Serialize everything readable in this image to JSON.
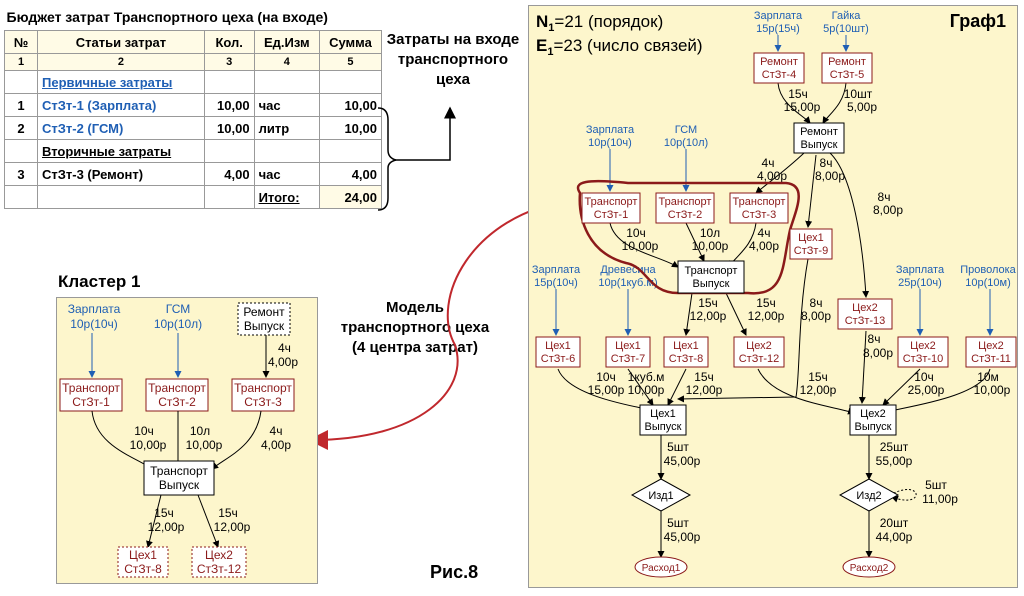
{
  "budget": {
    "title": "Бюджет затрат Транспортного цеха (на входе)",
    "headers": [
      "№",
      "Статьи затрат",
      "Кол.",
      "Ед.Изм",
      "Сумма"
    ],
    "col_numbers": [
      "1",
      "2",
      "3",
      "4",
      "5"
    ],
    "section_primary": "Первичные затраты",
    "section_secondary": "Вторичные затраты",
    "rows": [
      {
        "n": "1",
        "name": "СтЗт-1 (Зарплата)",
        "qty": "10,00",
        "unit": "час",
        "sum": "10,00"
      },
      {
        "n": "2",
        "name": "СтЗт-2 (ГСМ)",
        "qty": "10,00",
        "unit": "литр",
        "sum": "10,00"
      },
      {
        "n": "3",
        "name": "СтЗт-3 (Ремонт)",
        "qty": "4,00",
        "unit": "час",
        "sum": "4,00"
      }
    ],
    "total_label": "Итого:",
    "total_value": "24,00"
  },
  "labels": {
    "inputs_line1": "Затраты на входе",
    "inputs_line2": "транспортного",
    "inputs_line3": "цеха",
    "model_line1": "Модель",
    "model_line2": "транспортного цеха",
    "model_line3": "(4 центра затрат)",
    "cluster_title": "Кластер 1",
    "figure": "Рис.8"
  },
  "cluster": {
    "src1": [
      "Зарплата",
      "10р(10ч)"
    ],
    "src2": [
      "ГСМ",
      "10р(10л)"
    ],
    "repair": [
      "Ремонт",
      "Выпуск"
    ],
    "t1": [
      "Транспорт",
      "СтЗт-1"
    ],
    "t2": [
      "Транспорт",
      "СтЗт-2"
    ],
    "t3": [
      "Транспорт",
      "СтЗт-3"
    ],
    "out": [
      "Транспорт",
      "Выпуск"
    ],
    "c8": [
      "Цех1",
      "СтЗт-8"
    ],
    "c12": [
      "Цех2",
      "СтЗт-12"
    ],
    "e_r_t3": [
      "4ч",
      "4,00р"
    ],
    "e_t1": [
      "10ч",
      "10,00р"
    ],
    "e_t2": [
      "10л",
      "10,00р"
    ],
    "e_t3": [
      "4ч",
      "4,00р"
    ],
    "e_c8": [
      "15ч",
      "12,00р"
    ],
    "e_c12": [
      "15ч",
      "12,00р"
    ]
  },
  "graph": {
    "n_label": "N",
    "n_sub": "1",
    "n_text": "=21 (порядок)",
    "e_label": "E",
    "e_sub": "1",
    "e_text": "=23 (число связей)",
    "title": "Граф1",
    "s_zp4": [
      "Зарплата",
      "15р(15ч)"
    ],
    "s_gayka": [
      "Гайка",
      "5р(10шт)"
    ],
    "r4": [
      "Ремонт",
      "СтЗт-4"
    ],
    "r5": [
      "Ремонт",
      "СтЗт-5"
    ],
    "e_r4": [
      "15ч",
      "15,00р"
    ],
    "e_r5": [
      "10шт",
      "5,00р"
    ],
    "rv": [
      "Ремонт",
      "Выпуск"
    ],
    "s_zp1": [
      "Зарплата",
      "10р(10ч)"
    ],
    "s_gsm": [
      "ГСМ",
      "10р(10л)"
    ],
    "t1": [
      "Транспорт",
      "СтЗт-1"
    ],
    "t2": [
      "Транспорт",
      "СтЗт-2"
    ],
    "t3": [
      "Транспорт",
      "СтЗт-3"
    ],
    "e_rv_t3": [
      "4ч",
      "4,00р"
    ],
    "e_rv_c9": [
      "8ч",
      "8,00р"
    ],
    "e_rv_c13": [
      "8ч",
      "8,00р"
    ],
    "c9": [
      "Цех1",
      "СтЗт-9"
    ],
    "e_t1": [
      "10ч",
      "10,00р"
    ],
    "e_t2": [
      "10л",
      "10,00р"
    ],
    "e_t3": [
      "4ч",
      "4,00р"
    ],
    "tv": [
      "Транспорт",
      "Выпуск"
    ],
    "c13": [
      "Цех2",
      "СтЗт-13"
    ],
    "s_zp6": [
      "Зарплата",
      "15р(10ч)"
    ],
    "s_wood": [
      "Древесина",
      "10р(1куб.м)"
    ],
    "s_zp10": [
      "Зарплата",
      "25р(10ч)"
    ],
    "s_wire": [
      "Проволока",
      "10р(10м)"
    ],
    "e_tv_c8": [
      "15ч",
      "12,00р"
    ],
    "e_tv_c12": [
      "15ч",
      "12,00р"
    ],
    "e_c9_v1": [
      "8ч",
      "8,00р"
    ],
    "e_c13_v2": [
      "8ч",
      "8,00р"
    ],
    "c6": [
      "Цех1",
      "СтЗт-6"
    ],
    "c7": [
      "Цех1",
      "СтЗт-7"
    ],
    "c8": [
      "Цех1",
      "СтЗт-8"
    ],
    "c12": [
      "Цех2",
      "СтЗт-12"
    ],
    "c10": [
      "Цех2",
      "СтЗт-10"
    ],
    "c11": [
      "Цех2",
      "СтЗт-11"
    ],
    "e_c6": [
      "10ч",
      "15,00р"
    ],
    "e_c7": [
      "1куб.м",
      "10,00р"
    ],
    "e_c8": [
      "15ч",
      "12,00р"
    ],
    "e_c12": [
      "15ч",
      "12,00р"
    ],
    "e_c10": [
      "10ч",
      "25,00р"
    ],
    "e_c11": [
      "10м",
      "10,00р"
    ],
    "v1": [
      "Цех1",
      "Выпуск"
    ],
    "v2": [
      "Цех2",
      "Выпуск"
    ],
    "e_v1": [
      "5шт",
      "45,00р"
    ],
    "e_v2": [
      "25шт",
      "55,00р"
    ],
    "iz1": "Изд1",
    "iz2": "Изд2",
    "e_loop": [
      "5шт",
      "11,00р"
    ],
    "e_iz1": [
      "5шт",
      "45,00р"
    ],
    "e_iz2": [
      "20шт",
      "44,00р"
    ],
    "ras1": "Расход1",
    "ras2": "Расход2"
  },
  "colors": {
    "panel": "#fdf6cc",
    "dark_red": "#8b1a1a",
    "blue": "#1f5fb4",
    "arrow_red": "#c0282d"
  }
}
